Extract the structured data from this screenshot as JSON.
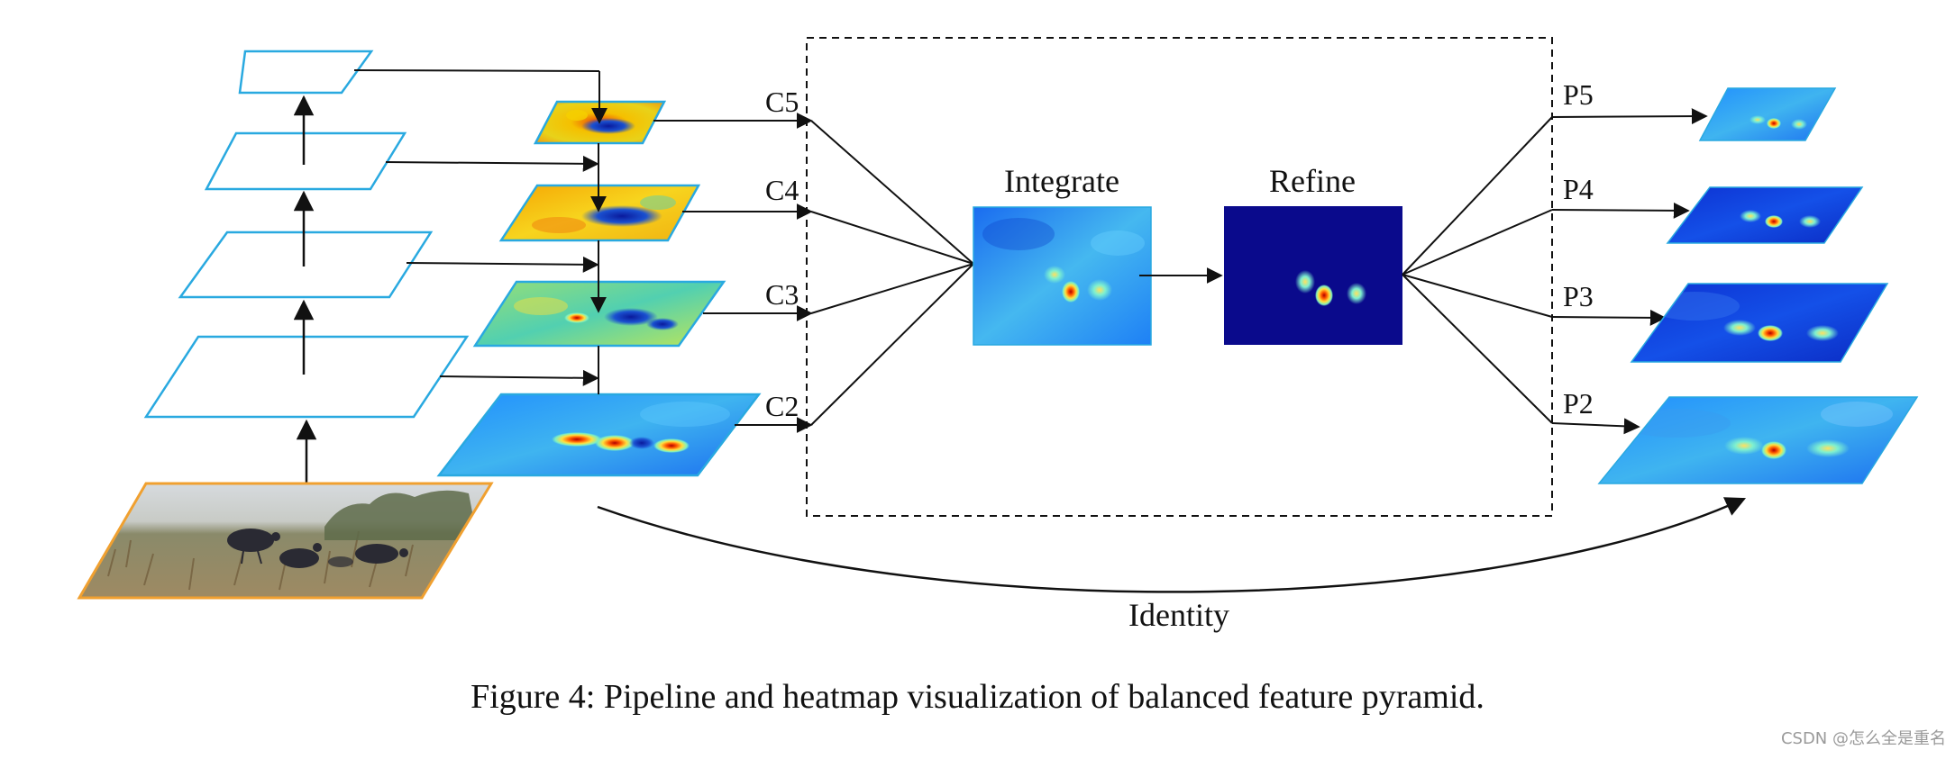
{
  "diagram": {
    "input_labels": [
      "C5",
      "C4",
      "C3",
      "C2"
    ],
    "output_labels": [
      "P5",
      "P4",
      "P3",
      "P2"
    ],
    "integrate_label": "Integrate",
    "refine_label": "Refine",
    "identity_label": "Identity"
  },
  "caption": "Figure 4: Pipeline and heatmap visualization of balanced feature pyramid.",
  "watermark": "CSDN @怎么全是重名",
  "colors": {
    "backbone_outline": "#29a9e0",
    "input_image_border": "#f0a030",
    "heatmap_low": "#0a1a9c",
    "heatmap_mid": "#1e8cff",
    "heatmap_warm": "#f5c000",
    "heatmap_hot": "#e8380a"
  }
}
